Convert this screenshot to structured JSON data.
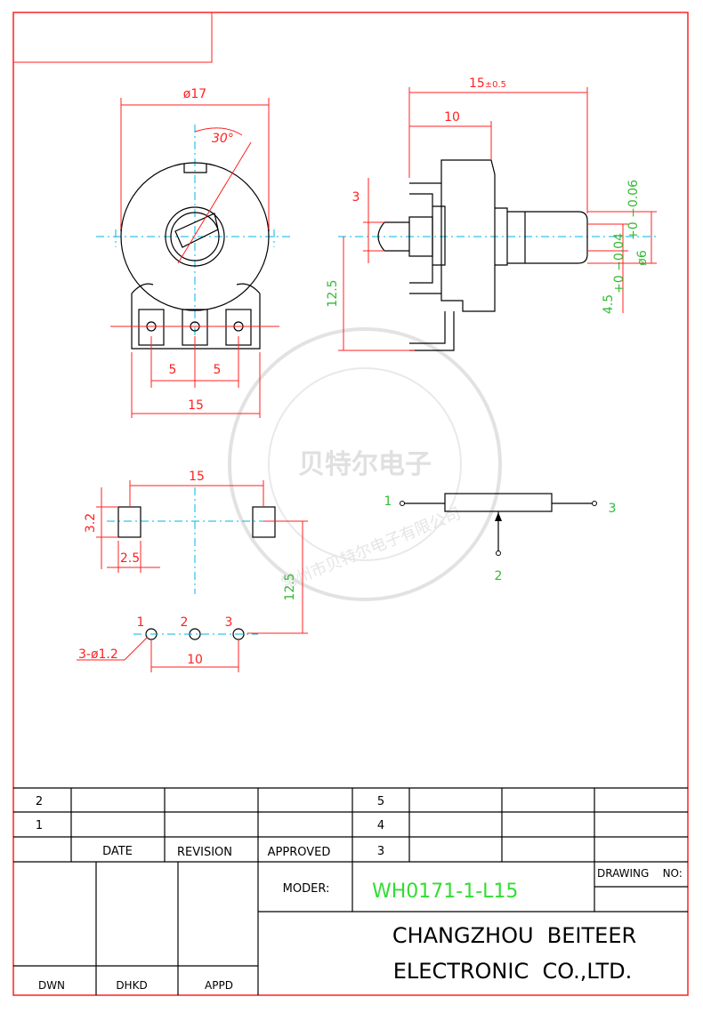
{
  "front_view": {
    "diameter": "ø17",
    "angle": "30°",
    "pitch_left": "5",
    "pitch_right": "5",
    "width": "15"
  },
  "side_view": {
    "length": "15",
    "length_tol": "±0.5",
    "bushing": "10",
    "flat": "3",
    "height": "12.5",
    "shaft_flat": "4.5",
    "shaft_flat_tol": "+0 −0.04",
    "shaft_dia": "ø6",
    "shaft_dia_tol": "+0 −0.06"
  },
  "footprint": {
    "span": "15",
    "pad_h": "3.2",
    "pad_w": "2.5",
    "height": "12.5",
    "holes": "3-ø1.2",
    "hole_pitch": "10",
    "pin1": "1",
    "pin2": "2",
    "pin3": "3"
  },
  "schematic": {
    "pin1": "1",
    "pin2": "2",
    "pin3": "3"
  },
  "watermark": {
    "text": "贝特尔电子",
    "ring_text": "常州市贝特尔电子有限公司"
  },
  "title_block": {
    "rev_rows": [
      {
        "num": "2",
        "right": "5"
      },
      {
        "num": "1",
        "right": "4"
      },
      {
        "num": "",
        "right": "3"
      }
    ],
    "date_label": "DATE",
    "revision_label": "REVISION",
    "approved_label": "APPROVED",
    "moder_label": "MODER:",
    "model": "WH0171-1-L15",
    "drawing_no_label": "DRAWING    NO:",
    "company_line1": "CHANGZHOU  BEITEER",
    "company_line2": "ELECTRONIC  CO.,LTD.",
    "dwn_label": "DWN",
    "dhkd_label": "DHKD",
    "appd_label": "APPD"
  },
  "colors": {
    "dimension": "#ff2020",
    "model_text": "#33dd33",
    "centerline": "#00b4e6"
  }
}
